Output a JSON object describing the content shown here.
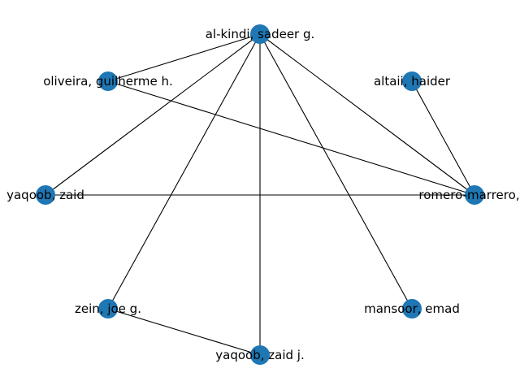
{
  "graph": {
    "node_color": "#1f77b4",
    "edge_color": "#000000",
    "nodes": [
      {
        "id": "alkindi",
        "label": "al-kindi, sadeer g."
      },
      {
        "id": "oliveira",
        "label": "oliveira, guilherme h."
      },
      {
        "id": "altaii",
        "label": "altaii, haider"
      },
      {
        "id": "yaqoob_zaid",
        "label": "yaqoob, zaid"
      },
      {
        "id": "romero",
        "label": "romero-marrero, c"
      },
      {
        "id": "zein",
        "label": "zein, joe g."
      },
      {
        "id": "mansoor",
        "label": "mansoor, emad"
      },
      {
        "id": "yaqoob_zaidj",
        "label": "yaqoob, zaid j."
      }
    ],
    "edges": [
      [
        "alkindi",
        "oliveira"
      ],
      [
        "alkindi",
        "yaqoob_zaid"
      ],
      [
        "alkindi",
        "zein"
      ],
      [
        "alkindi",
        "yaqoob_zaidj"
      ],
      [
        "alkindi",
        "mansoor"
      ],
      [
        "alkindi",
        "romero"
      ],
      [
        "oliveira",
        "romero"
      ],
      [
        "altaii",
        "romero"
      ],
      [
        "yaqoob_zaid",
        "romero"
      ],
      [
        "zein",
        "yaqoob_zaidj"
      ]
    ]
  }
}
